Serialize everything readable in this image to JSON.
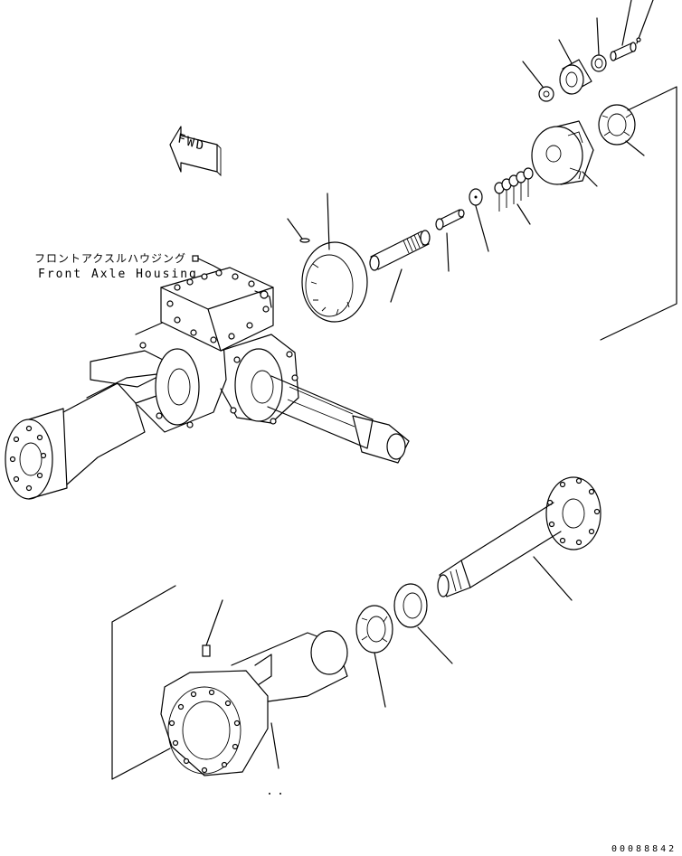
{
  "housing_label": {
    "japanese": "フロントアクスルハウジング",
    "english": "Front Axle Housing"
  },
  "direction_arrow": {
    "text": "FWD",
    "icon": "fwd-arrow-icon"
  },
  "drawing_number": "00088842",
  "colors": {
    "line": "#000000",
    "background": "#ffffff"
  }
}
